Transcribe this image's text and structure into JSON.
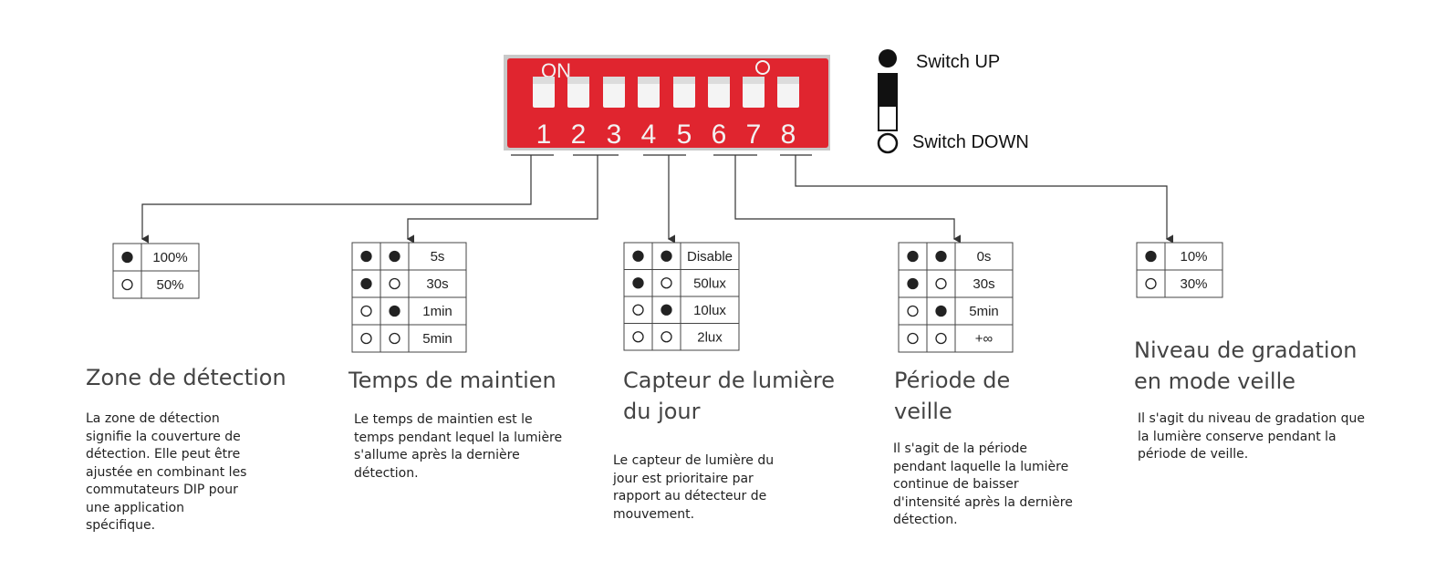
{
  "dip_switch": {
    "on_label": "ON",
    "numbers": [
      "1",
      "2",
      "3",
      "4",
      "5",
      "6",
      "7",
      "8"
    ],
    "body_color": "#e0252f"
  },
  "legend": {
    "up_label": "Switch UP",
    "down_label": "Switch DOWN"
  },
  "sections": [
    {
      "title": "Zone de détection",
      "description": "La zone de détection\nsignifie la couverture de\ndétection. Elle peut être\najustée en combinant les\ncommutateurs DIP pour\nune application\nspécifique.",
      "table": [
        {
          "states": [
            "up"
          ],
          "value": "100%"
        },
        {
          "states": [
            "down"
          ],
          "value": "50%"
        }
      ]
    },
    {
      "title": "Temps de maintien",
      "description": "Le temps de maintien est le\ntemps pendant lequel la lumière\ns'allume après la dernière\ndétection.",
      "table": [
        {
          "states": [
            "up",
            "up"
          ],
          "value": "5s"
        },
        {
          "states": [
            "up",
            "down"
          ],
          "value": "30s"
        },
        {
          "states": [
            "down",
            "up"
          ],
          "value": "1min"
        },
        {
          "states": [
            "down",
            "down"
          ],
          "value": "5min"
        }
      ]
    },
    {
      "title": "Capteur de lumière\ndu jour",
      "description": "Le capteur de lumière du\njour est prioritaire par\nrapport au détecteur de\nmouvement.",
      "table": [
        {
          "states": [
            "up",
            "up"
          ],
          "value": "Disable"
        },
        {
          "states": [
            "up",
            "down"
          ],
          "value": "50lux"
        },
        {
          "states": [
            "down",
            "up"
          ],
          "value": "10lux"
        },
        {
          "states": [
            "down",
            "down"
          ],
          "value": "2lux"
        }
      ]
    },
    {
      "title": "Période de\nveille",
      "description": "Il s'agit de la période\npendant laquelle la lumière\ncontinue de baisser\nd'intensité après la dernière\ndétection.",
      "table": [
        {
          "states": [
            "up",
            "up"
          ],
          "value": "0s"
        },
        {
          "states": [
            "up",
            "down"
          ],
          "value": "30s"
        },
        {
          "states": [
            "down",
            "up"
          ],
          "value": "5min"
        },
        {
          "states": [
            "down",
            "down"
          ],
          "value": "+∞"
        }
      ]
    },
    {
      "title": "Niveau de gradation\nen mode veille",
      "description": "Il s'agit du niveau de gradation que\nla lumière conserve pendant la\npériode de veille.",
      "table": [
        {
          "states": [
            "up"
          ],
          "value": "10%"
        },
        {
          "states": [
            "down"
          ],
          "value": "30%"
        }
      ]
    }
  ]
}
